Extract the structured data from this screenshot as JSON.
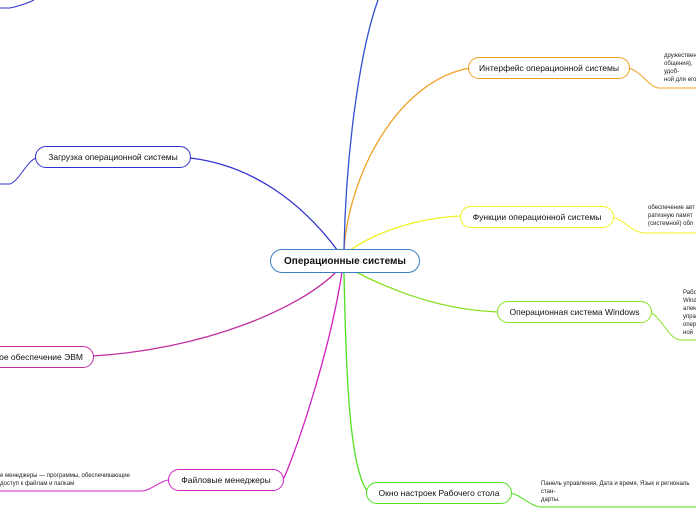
{
  "center": {
    "label": "Операционные системы",
    "color": "#3a7fc4"
  },
  "nodes": {
    "interface": {
      "label": "Интерфейс операционной системы",
      "color": "#f0a020"
    },
    "functions": {
      "label": "Функции операционной системы",
      "color": "#f2f020"
    },
    "windows": {
      "label": "Операционная система Windows",
      "color": "#88e020"
    },
    "desktop": {
      "label": "Окно настроек Рабочего стола",
      "color": "#50e020"
    },
    "loading": {
      "label": "Загрузка операционной системы",
      "color": "#3030d0"
    },
    "software": {
      "label": "ое обеспечение ЭВМ",
      "color": "#c030a0"
    },
    "filemanagers": {
      "label": "Файловые менеджеры",
      "color": "#d020c0"
    }
  },
  "notes": {
    "interface": "дружествен\nобщения),\nудоб-\nной для его",
    "functions": "обеспечение авт\nратизную памят\n(системной) обл",
    "windows": "Рабо\nWind\nалем\nупра\nопер\nной",
    "desktop": "Панель управления, Дата и время, Язык и региональ\nстан-\nдарты.",
    "filemanagers": "е менеджеры — программы, обеспечивающие\nдоступ к файлам и папкам"
  }
}
